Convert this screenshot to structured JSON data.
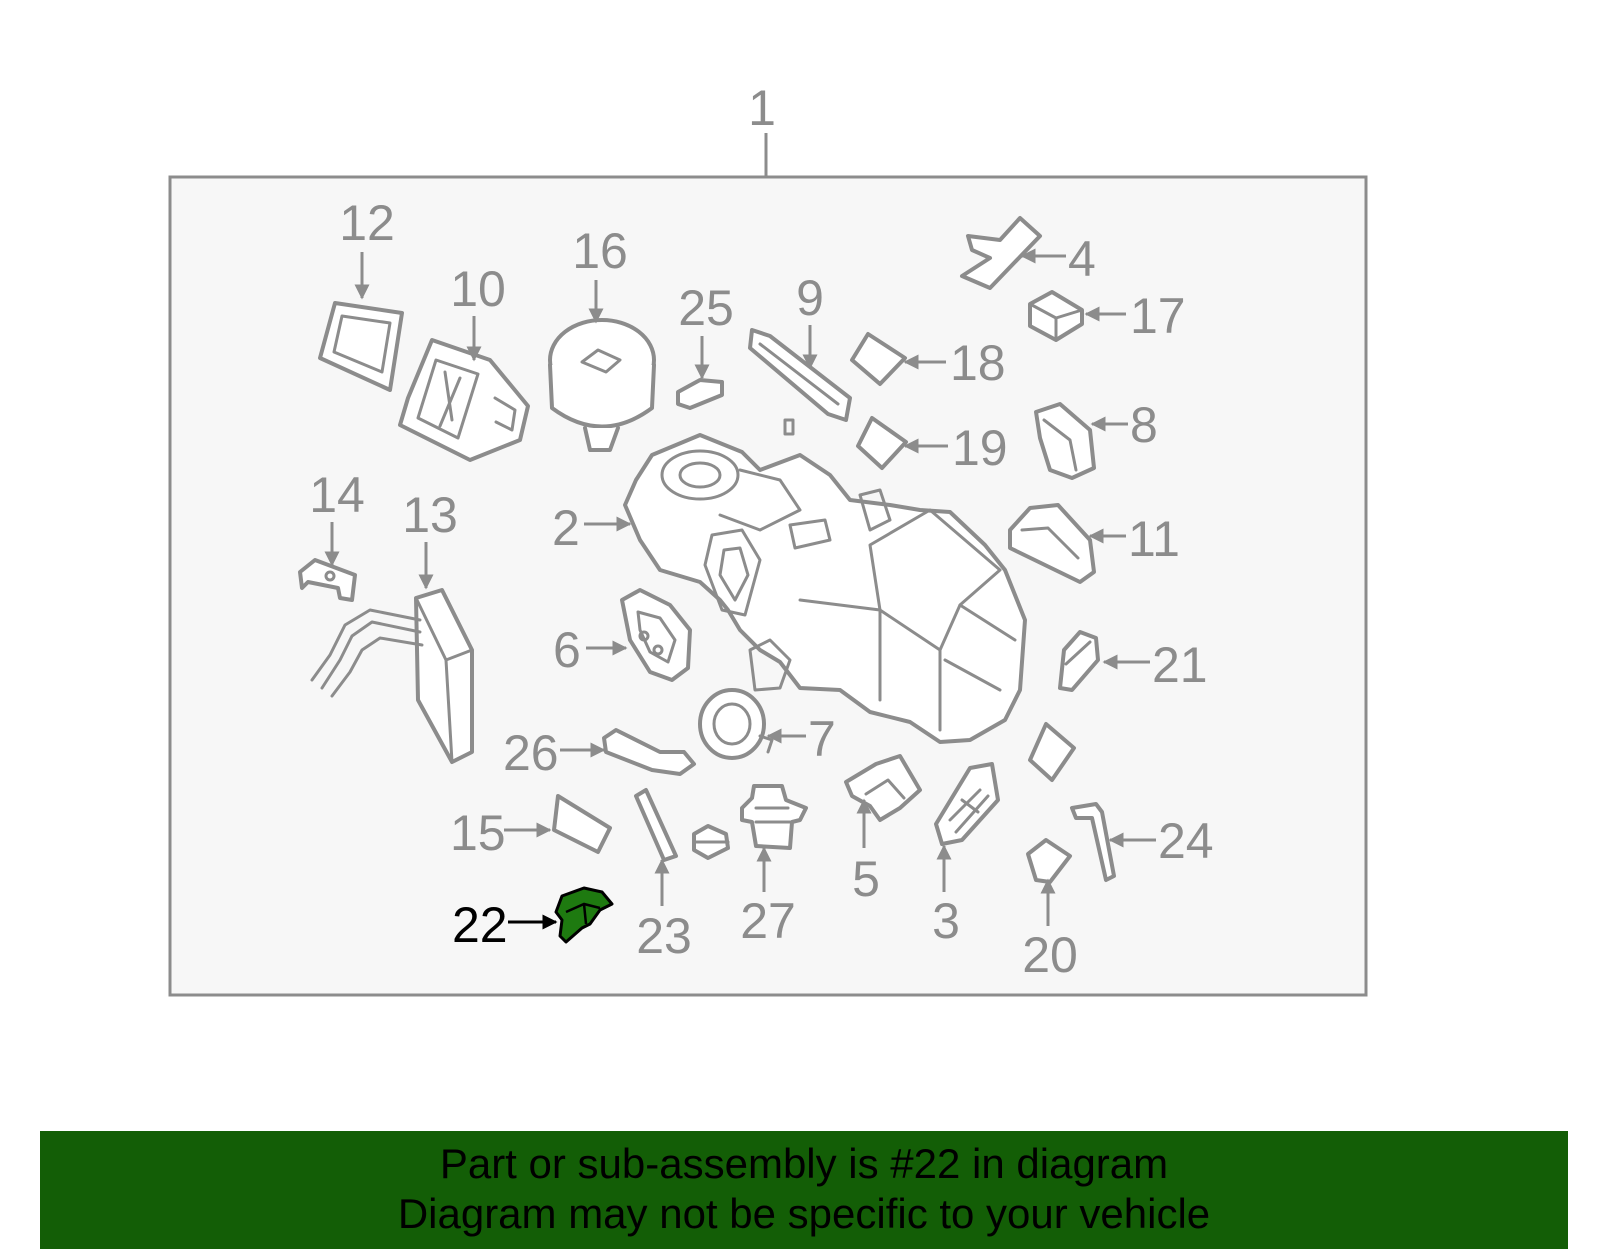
{
  "diagram": {
    "assembly_label": "1",
    "highlighted_part": "22",
    "callouts": [
      "2",
      "3",
      "4",
      "5",
      "6",
      "7",
      "8",
      "9",
      "10",
      "11",
      "12",
      "13",
      "14",
      "15",
      "16",
      "17",
      "18",
      "19",
      "20",
      "21",
      "22",
      "23",
      "24",
      "25",
      "26",
      "27"
    ],
    "colors": {
      "frame_background": "#f7f7f7",
      "line_art": "#8c8c8c",
      "highlight_fill": "#1e7a10",
      "highlight_label": "#000000"
    }
  },
  "banner": {
    "line1": "Part or sub-assembly is #22 in diagram",
    "line2": "Diagram may not be specific to your vehicle",
    "background": "#135e06"
  }
}
